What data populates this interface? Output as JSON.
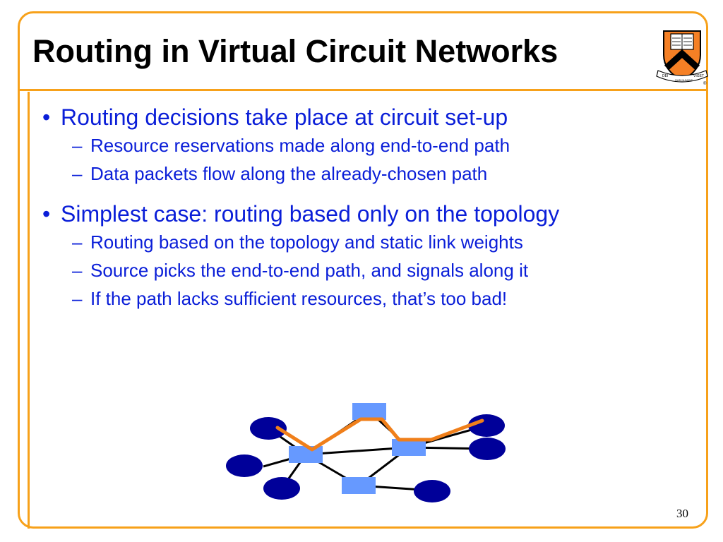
{
  "slide": {
    "title": "Routing in Virtual Circuit Networks",
    "crest": {
      "icon": "university-shield-crest",
      "motto_left": "DEI",
      "motto_center": "SUB NUMINE",
      "motto_right": "VIGET",
      "registered_mark": "®"
    },
    "bullets": [
      {
        "marker": "•",
        "text": "Routing decisions take place at circuit set-up",
        "subitems": [
          "Resource reservations made along end-to-end path",
          "Data packets flow along the already-chosen path"
        ]
      },
      {
        "marker": "•",
        "text": "Simplest case: routing based only on the topology",
        "subitems": [
          "Routing based on the topology and static link weights",
          "Source picks the end-to-end path, and signals along it",
          "If the path lacks sufficient resources, that’s too bad!"
        ]
      }
    ],
    "sub_marker": "–",
    "page_number": "30",
    "colors": {
      "accent": "#f7a11a",
      "text": "#0a1ed8",
      "host": "#000099",
      "router": "#6699ff",
      "path": "#f07f1a"
    }
  }
}
